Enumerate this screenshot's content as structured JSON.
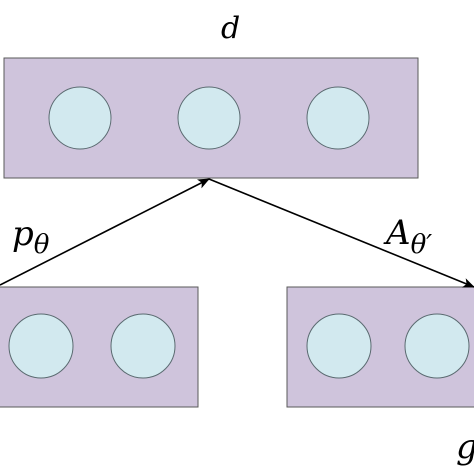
{
  "labels": {
    "top": "d",
    "left_base": "p",
    "left_sub": "θ",
    "right_base": "A",
    "right_sub": "θ′",
    "bottom_right": "g"
  },
  "colors": {
    "layer_fill": "#cfc4dc",
    "layer_stroke": "#5a5a5a",
    "node_fill": "#d2e9ef",
    "node_stroke": "#5a6a70",
    "arrow": "#000000"
  },
  "layers": [
    {
      "name": "top",
      "nodes": 3
    },
    {
      "name": "bottom-left",
      "nodes": 2
    },
    {
      "name": "bottom-right",
      "nodes": 2
    }
  ]
}
